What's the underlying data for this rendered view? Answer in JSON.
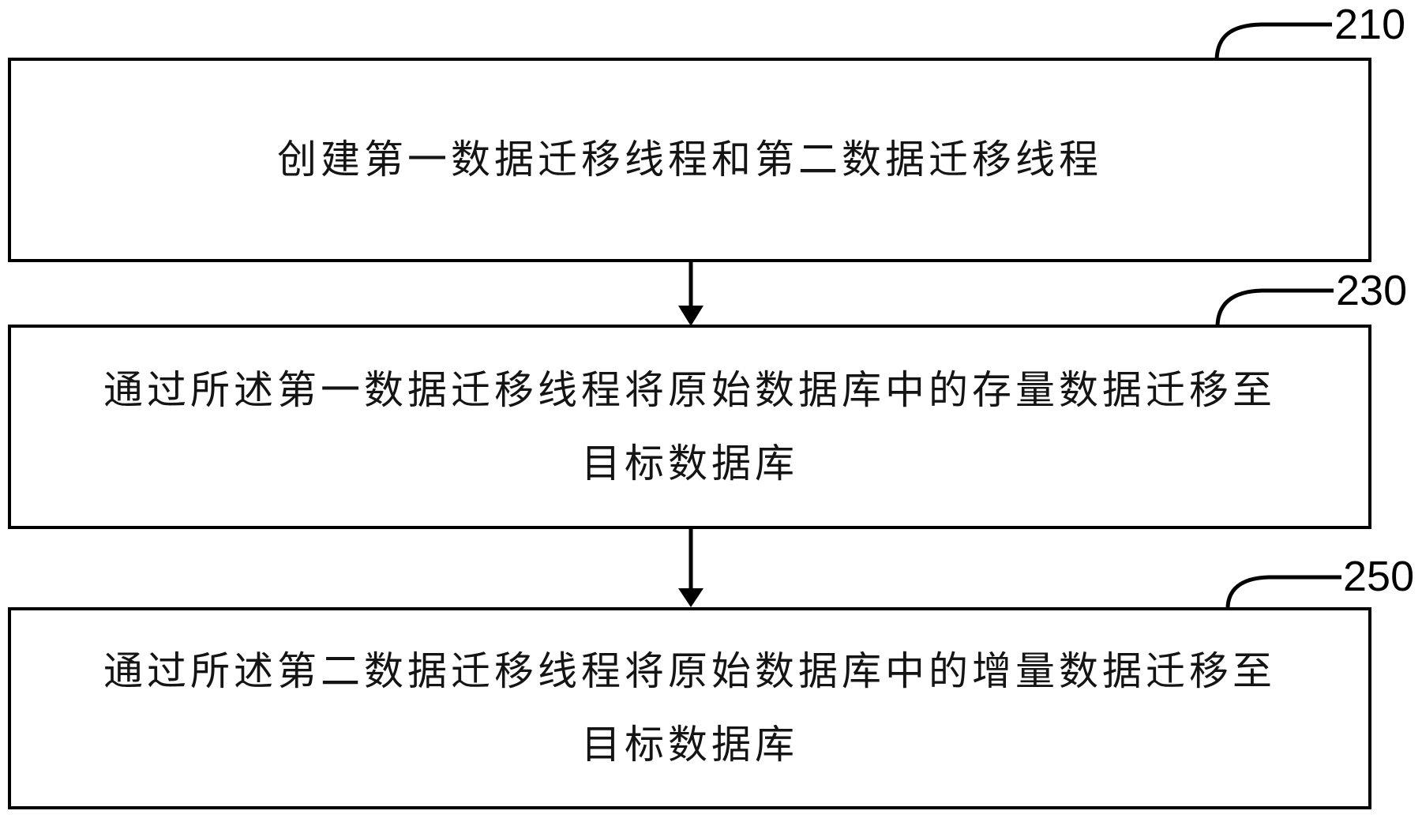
{
  "figure": {
    "kind": "patent-flowchart",
    "background_color": "#ffffff",
    "line_color": "#000000",
    "text_color": "#141414",
    "steps": [
      {
        "ref": "210",
        "lines": [
          "创建第一数据迁移线程和第二数据迁移线程"
        ]
      },
      {
        "ref": "230",
        "lines": [
          "通过所述第一数据迁移线程将原始数据库中的存量数据迁移至",
          "目标数据库"
        ]
      },
      {
        "ref": "250",
        "lines": [
          "通过所述第二数据迁移线程将原始数据库中的增量数据迁移至",
          "目标数据库"
        ]
      }
    ]
  }
}
